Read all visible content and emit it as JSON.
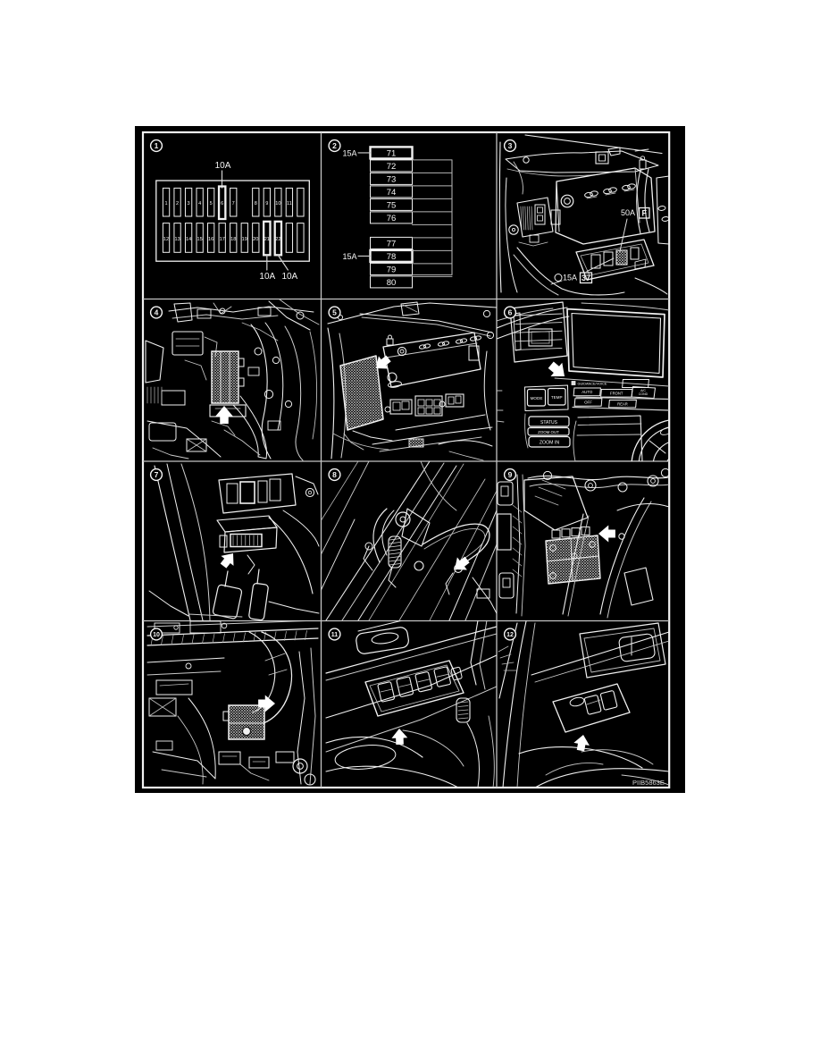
{
  "figure": {
    "bg_color": "#000000",
    "page_color": "#ffffff",
    "line_color": "#f0f0f0",
    "grid_color": "#c4c4c4",
    "panels": {
      "p1": {
        "num": "1",
        "amp_label_top": "10A",
        "amp_labels_bottom": [
          "10A",
          "10A"
        ],
        "fuses_top": [
          "1",
          "2",
          "3",
          "4",
          "5",
          "6",
          "7",
          "8",
          "9",
          "10",
          "11"
        ],
        "fuses_bottom": [
          "12",
          "13",
          "14",
          "15",
          "16",
          "17",
          "18",
          "19",
          "20",
          "21",
          "22"
        ]
      },
      "p2": {
        "num": "2",
        "amp_labels": [
          "15A",
          "15A"
        ],
        "slots": [
          "71",
          "72",
          "73",
          "74",
          "75",
          "76",
          "77",
          "78",
          "79",
          "80"
        ]
      },
      "p3": {
        "num": "3",
        "label_50a": "50A",
        "box_f": "F",
        "label_15a": "15A",
        "box_37": "37"
      },
      "p4": {
        "num": "4"
      },
      "p5": {
        "num": "5"
      },
      "p6": {
        "num": "6",
        "display_label": "GUIDANCE/VOICE",
        "btn_mode": "MODE",
        "btn_temp": "TEMP",
        "btn_auto": "AUTO",
        "btn_front": "FRONT",
        "btn_ac1": "A/C",
        "btn_ac2": "COND",
        "btn_off": "OFF",
        "btn_rear": "REAR",
        "btn_status": "STATUS",
        "btn_zoom_out": "ZOOM OUT",
        "btn_zoom_in": "ZOOM IN"
      },
      "p7": {
        "num": "7"
      },
      "p8": {
        "num": "8"
      },
      "p9": {
        "num": "9"
      },
      "p10": {
        "num": "10"
      },
      "p11": {
        "num": "11"
      },
      "p12": {
        "num": "12",
        "figure_code": "PIIB5863E"
      }
    }
  }
}
